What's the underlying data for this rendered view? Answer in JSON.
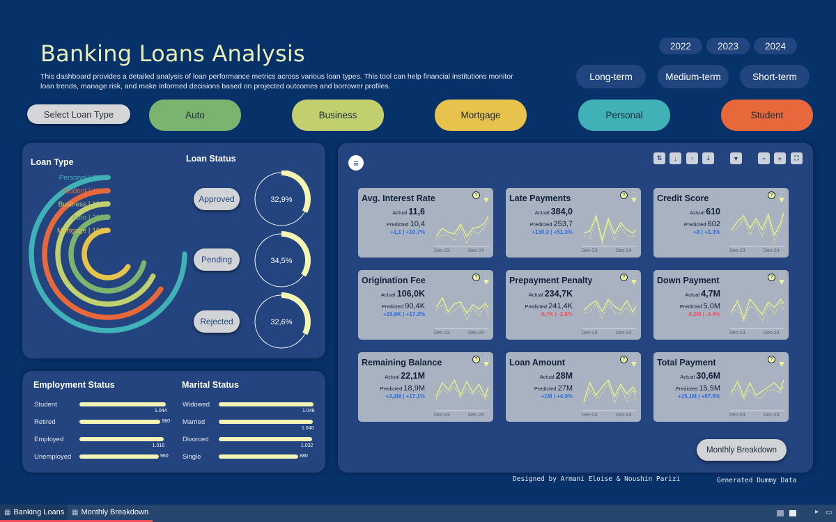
{
  "header": {
    "title": "Banking Loans Analysis",
    "description": "This dashboard provides a detailed analysis of loan performance metrics across various loan types. This tool can help financial institutions monitor loan trends, manage risk, and make informed decisions based on projected outcomes and borrower profiles."
  },
  "years": [
    "2022",
    "2023",
    "2024"
  ],
  "terms": [
    "Long-term",
    "Medium-term",
    "Short-term"
  ],
  "select_loan_label": "Select Loan Type",
  "loan_types": [
    {
      "label": "Auto",
      "color": "#7ab46e"
    },
    {
      "label": "Business",
      "color": "#c2cf6e"
    },
    {
      "label": "Mortgage",
      "color": "#e7c24d"
    },
    {
      "label": "Personal",
      "color": "#3fb1b7"
    },
    {
      "label": "Student",
      "color": "#e7683a"
    }
  ],
  "loan_type_panel": {
    "title": "Loan Type",
    "status_title": "Loan Status",
    "chart_data": {
      "type": "radial-bar",
      "items": [
        {
          "label": "Personal | 217",
          "value": 217,
          "color": "#3fb1b7"
        },
        {
          "label": "Student | 190",
          "value": 190,
          "color": "#e7683a"
        },
        {
          "label": "Business | 196",
          "value": 196,
          "color": "#c2cf6e"
        },
        {
          "label": "Auto | 206",
          "value": 206,
          "color": "#7ab46e"
        },
        {
          "label": "Mortgage | 191",
          "value": 191,
          "color": "#e7c24d"
        }
      ]
    },
    "statuses": [
      {
        "label": "Approved",
        "pct": "32,9%",
        "value": 0.329
      },
      {
        "label": "Pending",
        "pct": "34,5%",
        "value": 0.345
      },
      {
        "label": "Rejected",
        "pct": "32,6%",
        "value": 0.326
      }
    ]
  },
  "employment": {
    "title": "Employment Status",
    "items": [
      {
        "label": "Student",
        "value": "1.044",
        "num": 1044
      },
      {
        "label": "Retired",
        "value": "980",
        "num": 980
      },
      {
        "label": "Employed",
        "value": "1.016",
        "num": 1016
      },
      {
        "label": "Unemployed",
        "value": "960",
        "num": 960
      }
    ]
  },
  "marital": {
    "title": "Marital Status",
    "items": [
      {
        "label": "Widowed",
        "value": "1.048",
        "num": 1048
      },
      {
        "label": "Married",
        "value": "1.040",
        "num": 1040
      },
      {
        "label": "Divorced",
        "value": "1.032",
        "num": 1032
      },
      {
        "label": "Single",
        "value": "880",
        "num": 880
      }
    ]
  },
  "kpis": [
    {
      "title": "Avg. Interest Rate",
      "actual": "11,6",
      "predicted": "10,4",
      "diff": "+1,1 | +10.7%",
      "pos": true
    },
    {
      "title": "Late Payments",
      "actual": "384,0",
      "predicted": "253,7",
      "diff": "+130,3 | +51.3%",
      "pos": true
    },
    {
      "title": "Credit Score",
      "actual": "610",
      "predicted": "602",
      "diff": "+8 | +1.3%",
      "pos": true
    },
    {
      "title": "Origination Fee",
      "actual": "106,0K",
      "predicted": "90,4K",
      "diff": "+15,6K | +17.3%",
      "pos": true
    },
    {
      "title": "Prepayment Penalty",
      "actual": "234,7K",
      "predicted": "241,4K",
      "diff": "-6,7K | -2.8%",
      "pos": false
    },
    {
      "title": "Down Payment",
      "actual": "4,7M",
      "predicted": "5,0M",
      "diff": "-0,2M | -4.4%",
      "pos": false
    },
    {
      "title": "Remaining Balance",
      "actual": "22,1M",
      "predicted": "18,9M",
      "diff": "+3,2M | +17.1%",
      "pos": true
    },
    {
      "title": "Loan Amount",
      "actual": "28M",
      "predicted": "27M",
      "diff": "+1M | +4.0%",
      "pos": true
    },
    {
      "title": "Total Payment",
      "actual": "30,6M",
      "predicted": "15,5M",
      "diff": "+15,1M | +97.5%",
      "pos": true
    }
  ],
  "kpi_labels": {
    "actual": "Actual",
    "predicted": "Predicted",
    "date_start": "Dec-23",
    "date_end": "Dec-24"
  },
  "monthly_button": "Monthly Breakdown",
  "footer": {
    "designed_by": "Designed by Armani Eloise & Noushin Parizi",
    "generated": "Generated Dummy Data"
  },
  "tabs": [
    "Banking Loans",
    "Monthly Breakdown"
  ]
}
